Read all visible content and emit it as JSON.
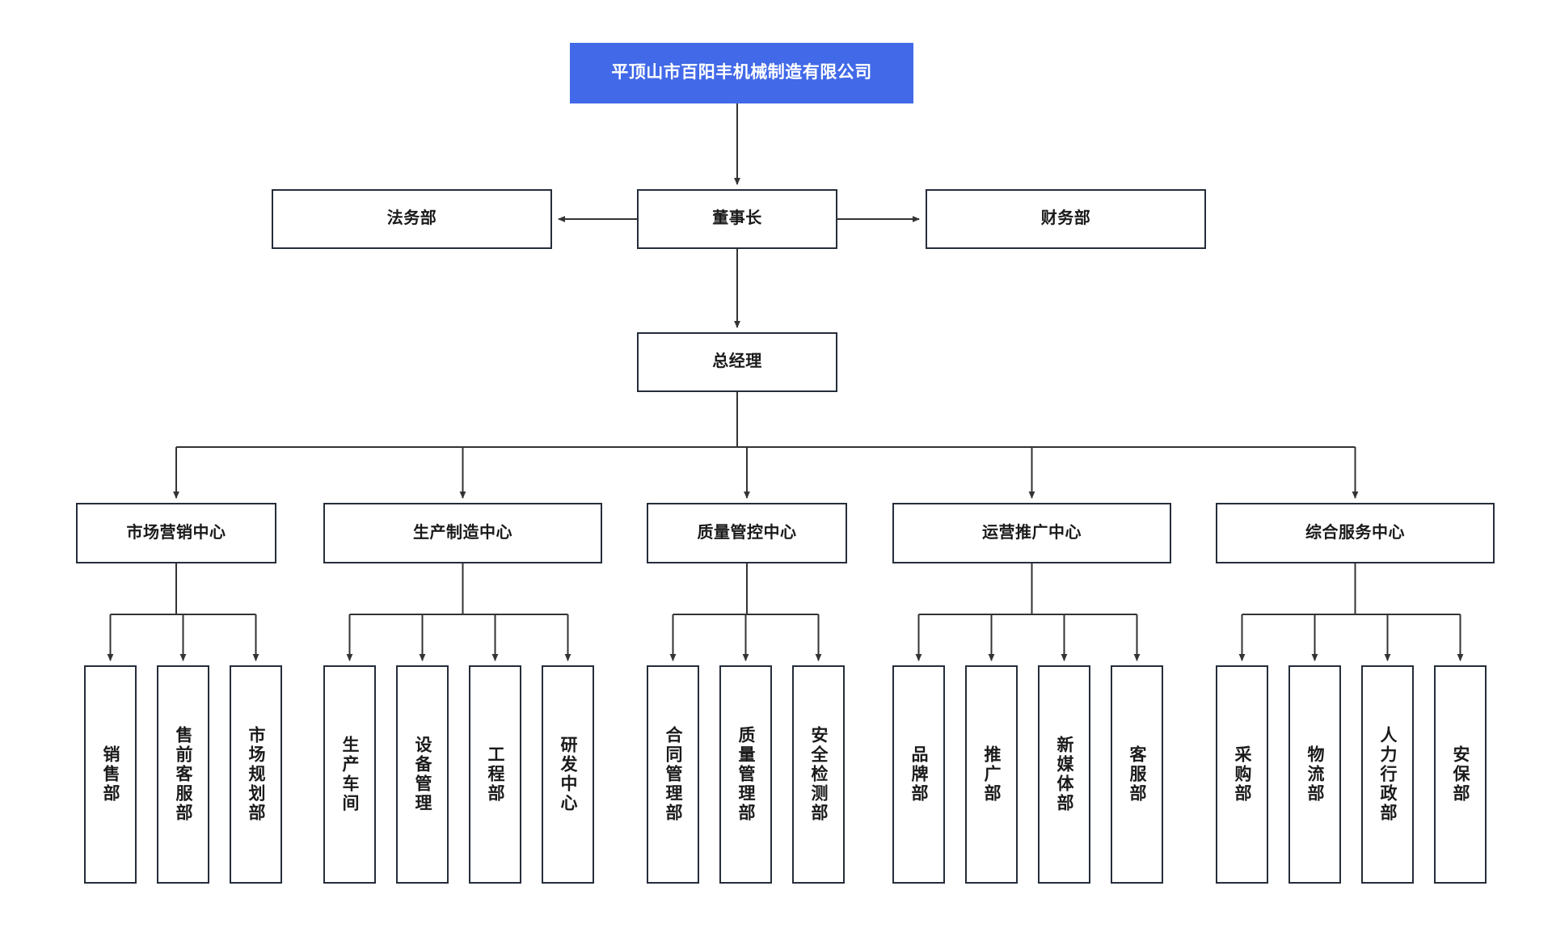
{
  "diagram": {
    "title": "平顶山市百阳丰机械制造有限公司",
    "type": "organization-chart",
    "colors": {
      "root_fill": "#4169E8",
      "root_text": "#FFFFFF",
      "box_border": "#252D3A",
      "box_fill": "#FFFFFF",
      "box_text": "#1A1A1A",
      "connector": "#333333",
      "background": "#FFFFFF"
    }
  },
  "nodes": {
    "root": {
      "label": "平顶山市百阳丰机械制造有限公司"
    },
    "chairman": {
      "label": "董事长"
    },
    "legal": {
      "label": "法务部"
    },
    "finance": {
      "label": "财务部"
    },
    "general_manager": {
      "label": "总经理"
    }
  },
  "centers": [
    {
      "label": "市场营销中心",
      "children": [
        {
          "label": "销售部"
        },
        {
          "label": "售前客服部"
        },
        {
          "label": "市场规划部"
        }
      ]
    },
    {
      "label": "生产制造中心",
      "children": [
        {
          "label": "生产车间"
        },
        {
          "label": "设备管理"
        },
        {
          "label": "工程部"
        },
        {
          "label": "研发中心"
        }
      ]
    },
    {
      "label": "质量管控中心",
      "children": [
        {
          "label": "合同管理部"
        },
        {
          "label": "质量管理部"
        },
        {
          "label": "安全检测部"
        }
      ]
    },
    {
      "label": "运营推广中心",
      "children": [
        {
          "label": "品牌部"
        },
        {
          "label": "推广部"
        },
        {
          "label": "新媒体部"
        },
        {
          "label": "客服部"
        }
      ]
    },
    {
      "label": "综合服务中心",
      "children": [
        {
          "label": "采购部"
        },
        {
          "label": "物流部"
        },
        {
          "label": "人力行政部"
        },
        {
          "label": "安保部"
        }
      ]
    }
  ]
}
